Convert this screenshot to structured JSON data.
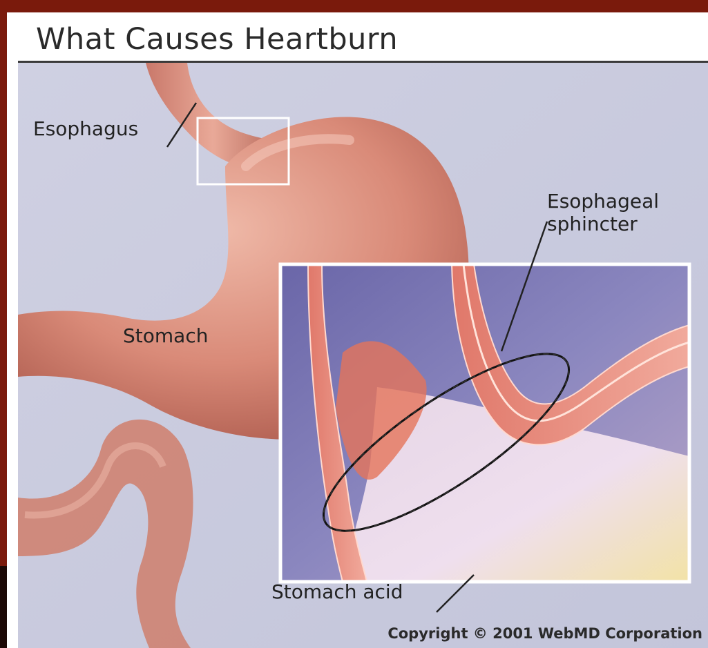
{
  "title": "What Causes Heartburn",
  "labels": {
    "esophagus": "Esophagus",
    "stomach": "Stomach",
    "sphincter_line1": "Esophageal",
    "sphincter_line2": "sphincter",
    "stomach_acid": "Stomach acid"
  },
  "copyright": "Copyright © 2001 WebMD Corporation",
  "colors": {
    "frame": "#7a1a0c",
    "background": "#c9cbde",
    "stomach": "#d98c7c",
    "inset_border": "#ffffff"
  }
}
